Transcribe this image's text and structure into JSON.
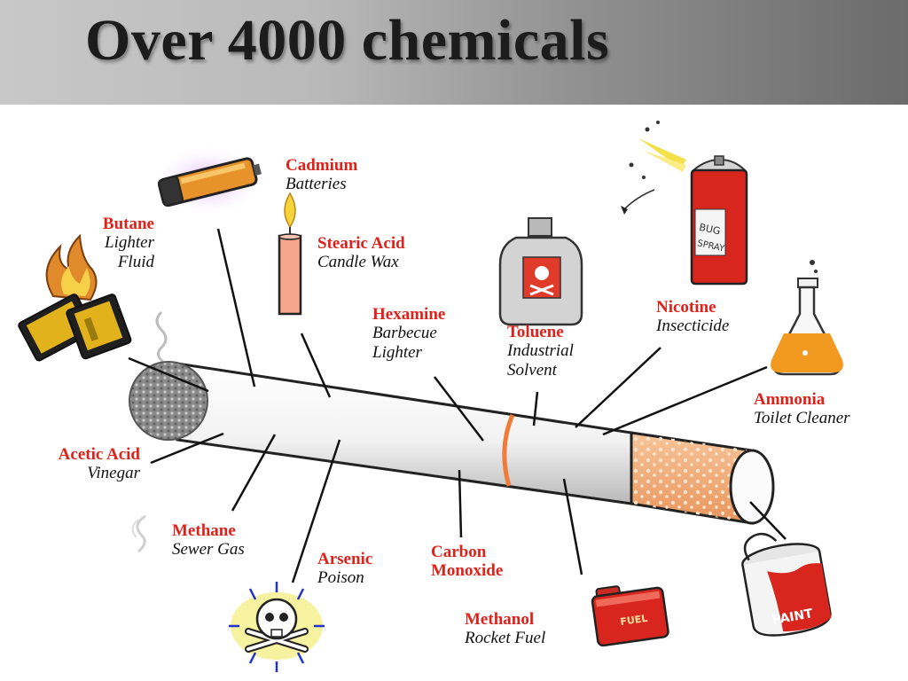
{
  "title": "Over 4000 chemicals",
  "colors": {
    "chemical_text": "#e0211a",
    "use_text": "#111111",
    "header_light": "#c8c8c8",
    "header_dark": "#6b6b6b"
  },
  "labels": {
    "cadmium": {
      "chemical": "Cadmium",
      "use": "Batteries",
      "icon": "battery-icon"
    },
    "butane": {
      "chemical": "Butane",
      "use_line1": "Lighter",
      "use_line2": "Fluid",
      "icon": "lighter-icon"
    },
    "stearic_acid": {
      "chemical": "Stearic Acid",
      "use": "Candle Wax",
      "icon": "candle-icon"
    },
    "hexamine": {
      "chemical": "Hexamine",
      "use_line1": "Barbecue",
      "use_line2": "Lighter"
    },
    "toluene": {
      "chemical": "Toluene",
      "use_line1": "Industrial",
      "use_line2": "Solvent",
      "icon": "solvent-bottle-icon"
    },
    "nicotine": {
      "chemical": "Nicotine",
      "use": "Insecticide",
      "icon": "spray-can-icon"
    },
    "ammonia": {
      "chemical": "Ammonia",
      "use": "Toilet Cleaner",
      "icon": "flask-icon"
    },
    "acetic_acid": {
      "chemical": "Acetic Acid",
      "use": "Vinegar"
    },
    "methane": {
      "chemical": "Methane",
      "use": "Sewer Gas"
    },
    "arsenic": {
      "chemical": "Arsenic",
      "use": "Poison",
      "icon": "skull-crossbones-icon"
    },
    "carbon_monoxide": {
      "chemical_line1": "Carbon",
      "chemical_line2": "Monoxide"
    },
    "methanol": {
      "chemical": "Methanol",
      "use": "Rocket Fuel",
      "icon": "fuel-can-icon"
    },
    "paint": {
      "can_label": "PAINT",
      "icon": "paint-can-icon"
    }
  },
  "icons": {
    "spray_can_text1": "BUG",
    "spray_can_text2": "SPRAY",
    "fuel_can_text": "FUEL"
  }
}
